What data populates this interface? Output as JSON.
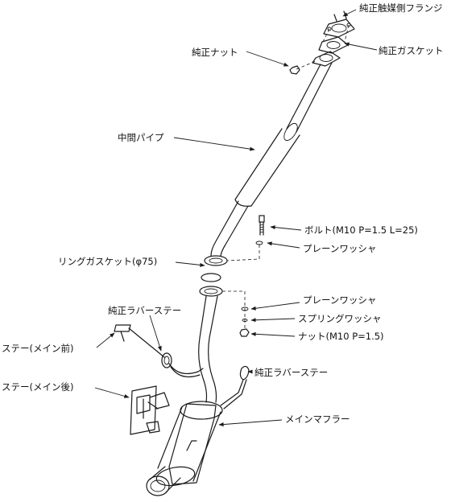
{
  "labels": {
    "catalyst_flange": "純正触媒側フランジ",
    "stock_gasket": "純正ガスケット",
    "stock_nut": "純正ナット",
    "center_pipe": "中間パイプ",
    "bolt": "ボルト(M10 P=1.5 L=25)",
    "plain_washer_upper": "プレーンワッシャ",
    "ring_gasket": "リングガスケット(φ75)",
    "plain_washer_lower": "プレーンワッシャ",
    "spring_washer": "スプリングワッシャ",
    "nut": "ナット(M10 P=1.5)",
    "stock_rubber_stay_left": "純正ラバーステー",
    "stay_main_front": "ステー(メイン前)",
    "stock_rubber_stay_right": "純正ラバーステー",
    "stay_main_rear": "ステー(メイン後)",
    "main_muffler": "メインマフラー"
  },
  "icons": {
    "leader_arrow": "arrow-head-icon"
  },
  "colors": {
    "line": "#1a1a1a",
    "background": "#ffffff"
  }
}
